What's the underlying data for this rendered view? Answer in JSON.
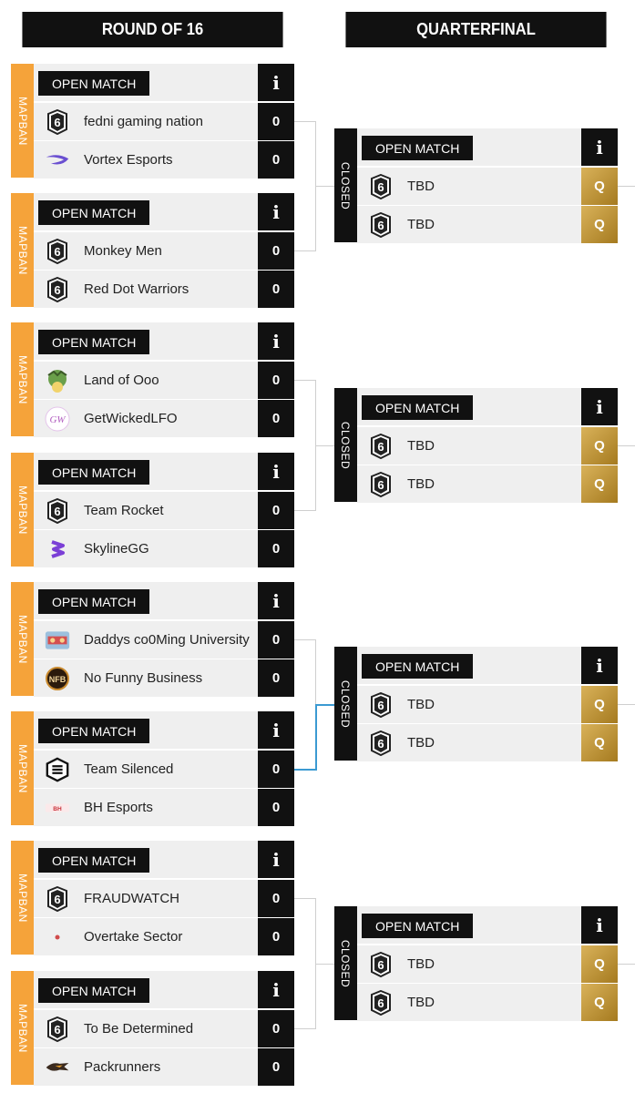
{
  "headers": {
    "round16": "ROUND OF 16",
    "quarterfinal": "QUARTERFINAL"
  },
  "labels": {
    "open_match": "OPEN MATCH",
    "info": "i",
    "mapban": "MAPBAN",
    "closed": "CLOSED",
    "qualified": "Q"
  },
  "round16": [
    {
      "team1": {
        "name": "fedni gaming nation",
        "score": "0",
        "logo": "r6-logo-icon"
      },
      "team2": {
        "name": "Vortex Esports",
        "score": "0",
        "logo": "vortex-logo-icon"
      }
    },
    {
      "team1": {
        "name": "Monkey Men",
        "score": "0",
        "logo": "r6-logo-icon"
      },
      "team2": {
        "name": "Red Dot Warriors",
        "score": "0",
        "logo": "r6-logo-icon"
      }
    },
    {
      "team1": {
        "name": "Land of Ooo",
        "score": "0",
        "logo": "land-of-ooo-logo-icon"
      },
      "team2": {
        "name": "GetWickedLFO",
        "score": "0",
        "logo": "getwicked-logo-icon"
      }
    },
    {
      "team1": {
        "name": "Team Rocket",
        "score": "0",
        "logo": "r6-logo-icon"
      },
      "team2": {
        "name": "SkylineGG",
        "score": "0",
        "logo": "skyline-logo-icon"
      }
    },
    {
      "team1": {
        "name": "Daddys co0Ming University",
        "score": "0",
        "logo": "daddys-logo-icon"
      },
      "team2": {
        "name": "No Funny Business",
        "score": "0",
        "logo": "nfb-logo-icon"
      }
    },
    {
      "team1": {
        "name": "Team Silenced",
        "score": "0",
        "logo": "silenced-logo-icon"
      },
      "team2": {
        "name": "BH Esports",
        "score": "0",
        "logo": "bh-logo-icon"
      }
    },
    {
      "team1": {
        "name": "FRAUDWATCH",
        "score": "0",
        "logo": "r6-logo-icon"
      },
      "team2": {
        "name": "Overtake Sector",
        "score": "0",
        "logo": "overtake-logo-icon"
      }
    },
    {
      "team1": {
        "name": "To Be Determined",
        "score": "0",
        "logo": "r6-logo-icon"
      },
      "team2": {
        "name": "Packrunners",
        "score": "0",
        "logo": "packrunners-logo-icon"
      }
    }
  ],
  "quarterfinal": [
    {
      "team1": {
        "name": "TBD",
        "logo": "r6-logo-icon"
      },
      "team2": {
        "name": "TBD",
        "logo": "r6-logo-icon"
      }
    },
    {
      "team1": {
        "name": "TBD",
        "logo": "r6-logo-icon"
      },
      "team2": {
        "name": "TBD",
        "logo": "r6-logo-icon"
      }
    },
    {
      "team1": {
        "name": "TBD",
        "logo": "r6-logo-icon"
      },
      "team2": {
        "name": "TBD",
        "logo": "r6-logo-icon"
      }
    },
    {
      "team1": {
        "name": "TBD",
        "logo": "r6-logo-icon"
      },
      "team2": {
        "name": "TBD",
        "logo": "r6-logo-icon"
      }
    }
  ],
  "colors": {
    "mapban_tab": "#f5a33a",
    "dark": "#111111",
    "row_bg": "#efefef",
    "qualified_gold": "#c39a3c",
    "highlight_connector": "#3b9ad2"
  }
}
